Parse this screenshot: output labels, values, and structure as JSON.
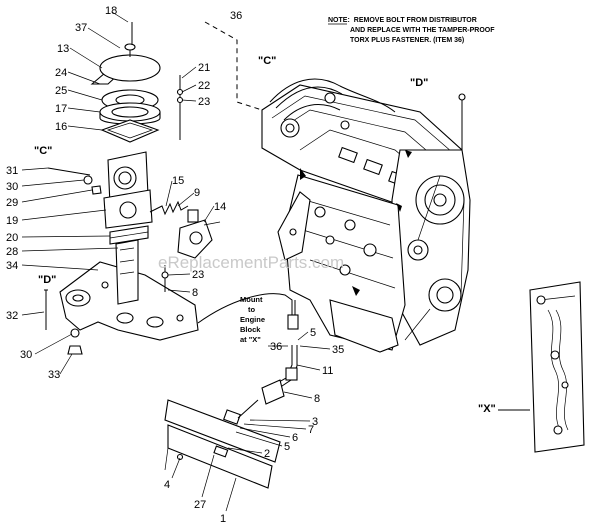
{
  "note": {
    "prefix": "NOTE:",
    "line1": "REMOVE BOLT FROM DISTRIBUTOR",
    "line2": "AND REPLACE WITH THE TAMPER-PROOF",
    "line3": "TORX PLUS FASTENER. (ITEM 36)"
  },
  "view_labels": {
    "c_top": "\"C\"",
    "d_top": "\"D\"",
    "c_left": "\"C\"",
    "d_left": "\"D\"",
    "x_detail": "\"X\""
  },
  "mount_note": [
    "Mount",
    "to",
    "Engine",
    "Block",
    "at \"X\""
  ],
  "watermark": "eReplacementParts.com",
  "callouts": [
    "18",
    "36",
    "37",
    "13",
    "24",
    "25",
    "17",
    "16",
    "21",
    "22",
    "23",
    "31",
    "30",
    "29",
    "15",
    "9",
    "14",
    "19",
    "20",
    "28",
    "34",
    "23",
    "8",
    "32",
    "30",
    "33",
    "5",
    "36",
    "35",
    "11",
    "8",
    "3",
    "7",
    "6",
    "5",
    "2",
    "4",
    "27",
    "1"
  ]
}
